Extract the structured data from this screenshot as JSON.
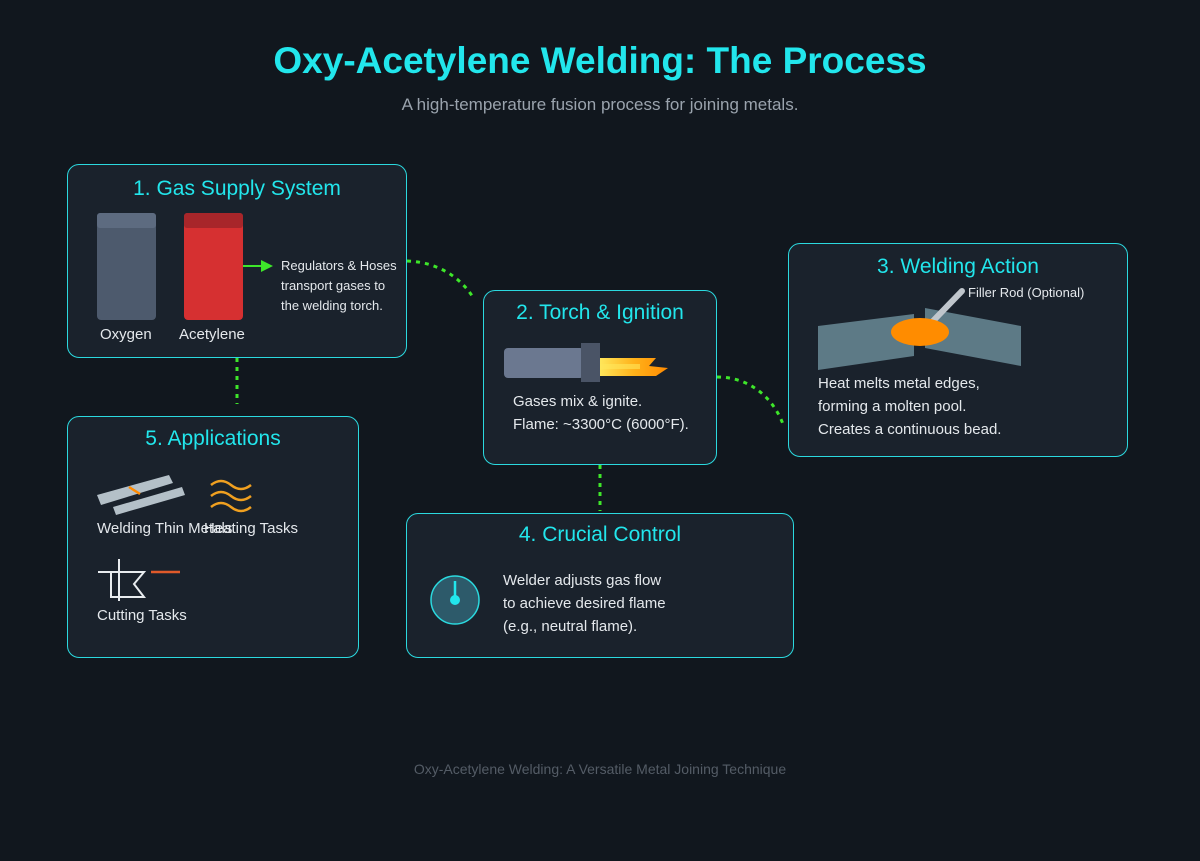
{
  "header": {
    "title": "Oxy-Acetylene Welding: The Process",
    "subtitle": "A high-temperature fusion process for joining metals."
  },
  "gas_supply": {
    "title": "1. Gas Supply System",
    "oxygen_label": "Oxygen",
    "acetylene_label": "Acetylene",
    "description": [
      "Regulators & Hoses",
      "transport gases to",
      "the welding torch."
    ]
  },
  "torch": {
    "title": "2. Torch & Ignition",
    "description": [
      "Gases mix & ignite.",
      "Flame: ~3300°C (6000°F)."
    ]
  },
  "welding_action": {
    "title": "3. Welding Action",
    "filler_label": "Filler Rod (Optional)",
    "description": [
      "Heat melts metal edges,",
      "forming a molten pool.",
      "Creates a continuous bead."
    ]
  },
  "control": {
    "title": "4. Crucial Control",
    "description": [
      "Welder adjusts gas flow",
      "to achieve desired flame",
      "(e.g., neutral flame)."
    ]
  },
  "applications": {
    "title": "5. Applications",
    "items": [
      "Welding Thin Metals",
      "Heating Tasks",
      "Cutting Tasks"
    ]
  },
  "footer": "Oxy-Acetylene Welding: A Versatile Metal Joining Technique",
  "colors": {
    "accent": "#22e6ec",
    "card_bg": "#1a222c",
    "connector": "#3ee62a",
    "oxygen_cylinder": "#4d5a6d",
    "acetylene_cylinder": "#d63031",
    "flame": "#ff9f0a"
  }
}
